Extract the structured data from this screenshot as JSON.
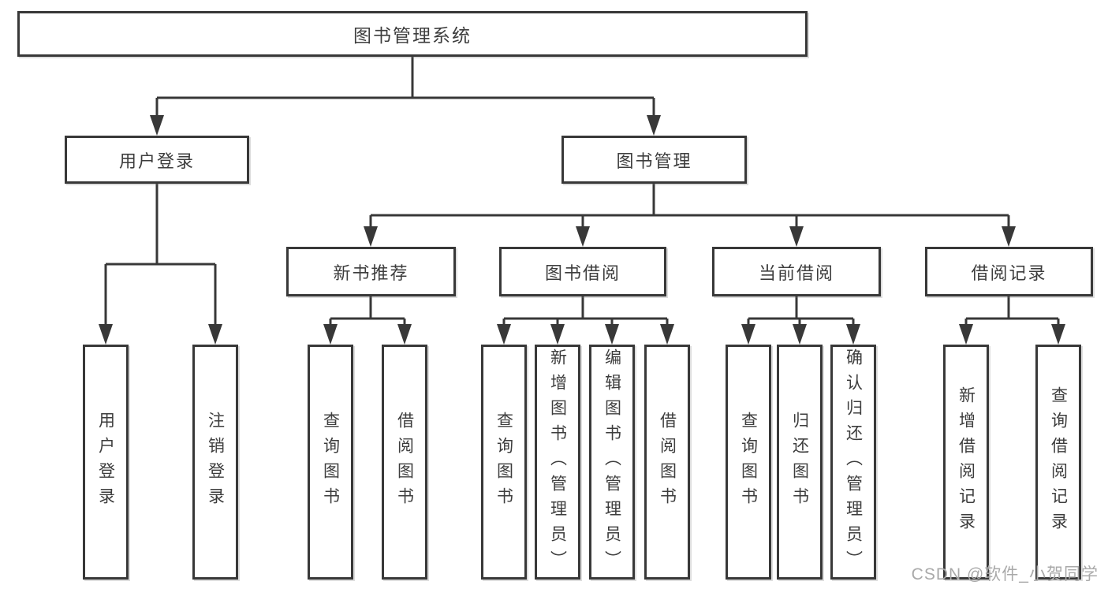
{
  "diagram": {
    "root": "图书管理系统",
    "branches": [
      {
        "label": "用户登录",
        "children": [
          "用户登录",
          "注销登录"
        ]
      },
      {
        "label": "图书管理",
        "groups": [
          {
            "label": "新书推荐",
            "children": [
              "查询图书",
              "借阅图书"
            ]
          },
          {
            "label": "图书借阅",
            "children": [
              "查询图书",
              "新增图书（管理员）",
              "编辑图书（管理员）",
              "借阅图书"
            ]
          },
          {
            "label": "当前借阅",
            "children": [
              "查询图书",
              "归还图书",
              "确认归还（管理员）"
            ]
          },
          {
            "label": "借阅记录",
            "children": [
              "新增借阅记录",
              "查询借阅记录"
            ]
          }
        ]
      }
    ],
    "watermark": "CSDN @软件_小贺同学",
    "colors": {
      "line": "#383838",
      "text": "#3d3d3d",
      "box_background": "#ffffff",
      "watermark": "#a9a9a9"
    }
  }
}
